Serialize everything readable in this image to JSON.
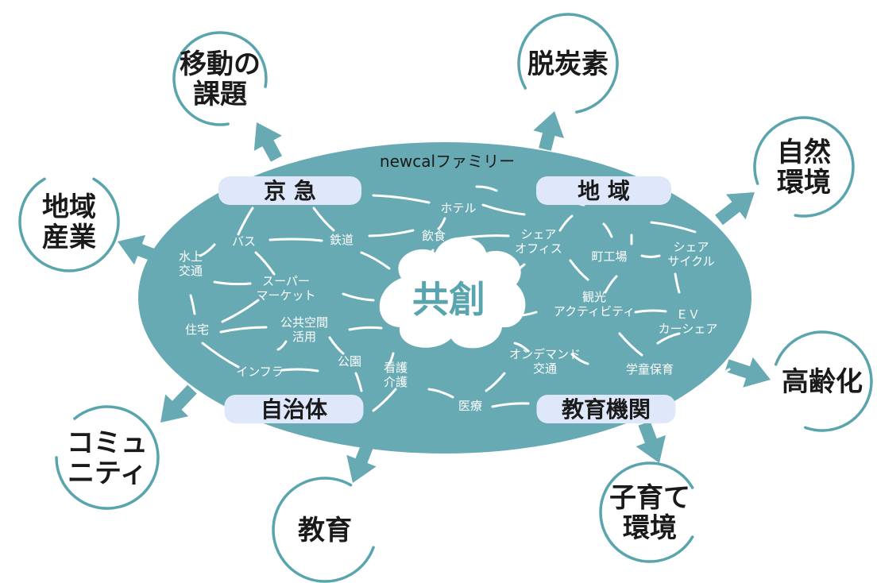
{
  "title": "newcalファミリー",
  "center": "共創",
  "colors": {
    "ellipse": "#67aab3",
    "hub_fill": "#dfe8fb",
    "arrow": "#67aab3",
    "outer_arc": "#5aa4ae",
    "link": "#ffffff"
  },
  "hubs": [
    {
      "id": "keikyu",
      "label": "京 急"
    },
    {
      "id": "chiiki",
      "label": "地 域"
    },
    {
      "id": "jichitai",
      "label": "自治体"
    },
    {
      "id": "kyoiku_kikan",
      "label": "教育機関"
    }
  ],
  "nodes": [
    {
      "id": "hotel",
      "lines": [
        "ホテル"
      ]
    },
    {
      "id": "inshoku",
      "lines": [
        "飲食"
      ]
    },
    {
      "id": "tetsudo",
      "lines": [
        "鉄道"
      ]
    },
    {
      "id": "bus",
      "lines": [
        "バス"
      ]
    },
    {
      "id": "suijo",
      "lines": [
        "水上",
        "交通"
      ]
    },
    {
      "id": "super",
      "lines": [
        "スーパー",
        "マーケット"
      ]
    },
    {
      "id": "jutaku",
      "lines": [
        "住宅"
      ]
    },
    {
      "id": "kokyo",
      "lines": [
        "公共空間",
        "活用"
      ]
    },
    {
      "id": "infra",
      "lines": [
        "インフラ"
      ]
    },
    {
      "id": "koen",
      "lines": [
        "公園"
      ]
    },
    {
      "id": "kango",
      "lines": [
        "看護",
        "介護"
      ]
    },
    {
      "id": "iryo",
      "lines": [
        "医療"
      ]
    },
    {
      "id": "ondemand",
      "lines": [
        "オンデマンド",
        "交通"
      ]
    },
    {
      "id": "share_office",
      "lines": [
        "シェア",
        "オフィス"
      ]
    },
    {
      "id": "machikoba",
      "lines": [
        "町工場"
      ]
    },
    {
      "id": "share_cycle",
      "lines": [
        "シェア",
        "サイクル"
      ]
    },
    {
      "id": "kanko",
      "lines": [
        "観光",
        "アクティビティ"
      ]
    },
    {
      "id": "ev",
      "lines": [
        "ＥＶ",
        "カーシェア"
      ]
    },
    {
      "id": "gakudo",
      "lines": [
        "学童保育"
      ]
    }
  ],
  "outer": [
    {
      "id": "ido",
      "lines": [
        "移動の",
        "課題"
      ]
    },
    {
      "id": "datsutanso",
      "lines": [
        "脱炭素"
      ]
    },
    {
      "id": "shizen",
      "lines": [
        "自然",
        "環境"
      ]
    },
    {
      "id": "sangyo",
      "lines": [
        "地域",
        "産業"
      ]
    },
    {
      "id": "koreika",
      "lines": [
        "高齢化"
      ]
    },
    {
      "id": "community",
      "lines": [
        "コミュ",
        "ニティ"
      ]
    },
    {
      "id": "kyoiku",
      "lines": [
        "教育"
      ]
    },
    {
      "id": "kosodate",
      "lines": [
        "子育て",
        "環境"
      ]
    }
  ]
}
